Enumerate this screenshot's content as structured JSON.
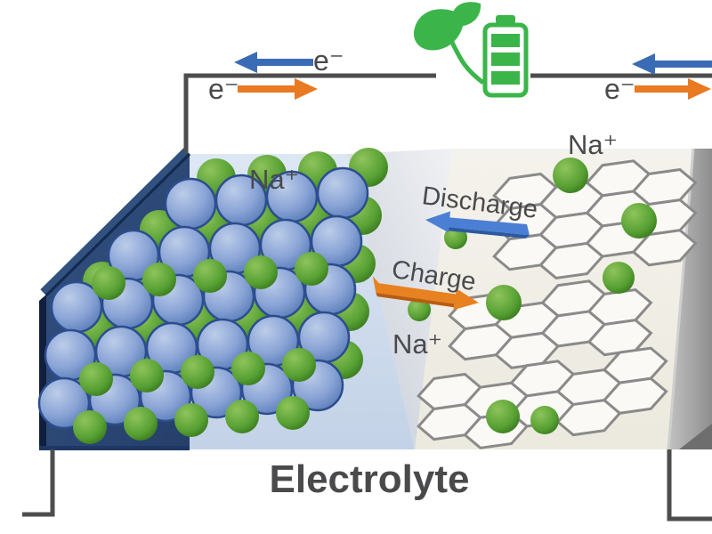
{
  "labels": {
    "electrolyte": "Electrolyte",
    "discharge": "Discharge",
    "charge": "Charge",
    "na_cathode": "Na⁺",
    "na_electrolyte": "Na⁺",
    "na_anode": "Na⁺",
    "electron_discharge_left": "e⁻",
    "electron_charge_left": "e⁻",
    "electron_charge_right": "e⁻"
  },
  "icons": {
    "battery": "green-battery-icon",
    "plant": "leaf-sprout-icon",
    "discharge_arrow": "left-arrow",
    "charge_arrow": "right-arrow"
  },
  "colors": {
    "electron_discharge_arrow": "#3a6cb5",
    "electron_charge_arrow": "#e87a22",
    "discharge_arrow": "#4a7fd4",
    "charge_arrow": "#e8811f",
    "battery_green": "#3bb54a",
    "sodium_ion_green": "#57a033",
    "cathode_sphere_blue": "#7b97cc",
    "cathode_slab_navy": "#2e4a7d",
    "anode_slab_gray": "#a5a5a5",
    "electrolyte_fill": "#d3dfef",
    "wire_gray": "#4d4d4d",
    "label_text": "#4a4a4c"
  }
}
